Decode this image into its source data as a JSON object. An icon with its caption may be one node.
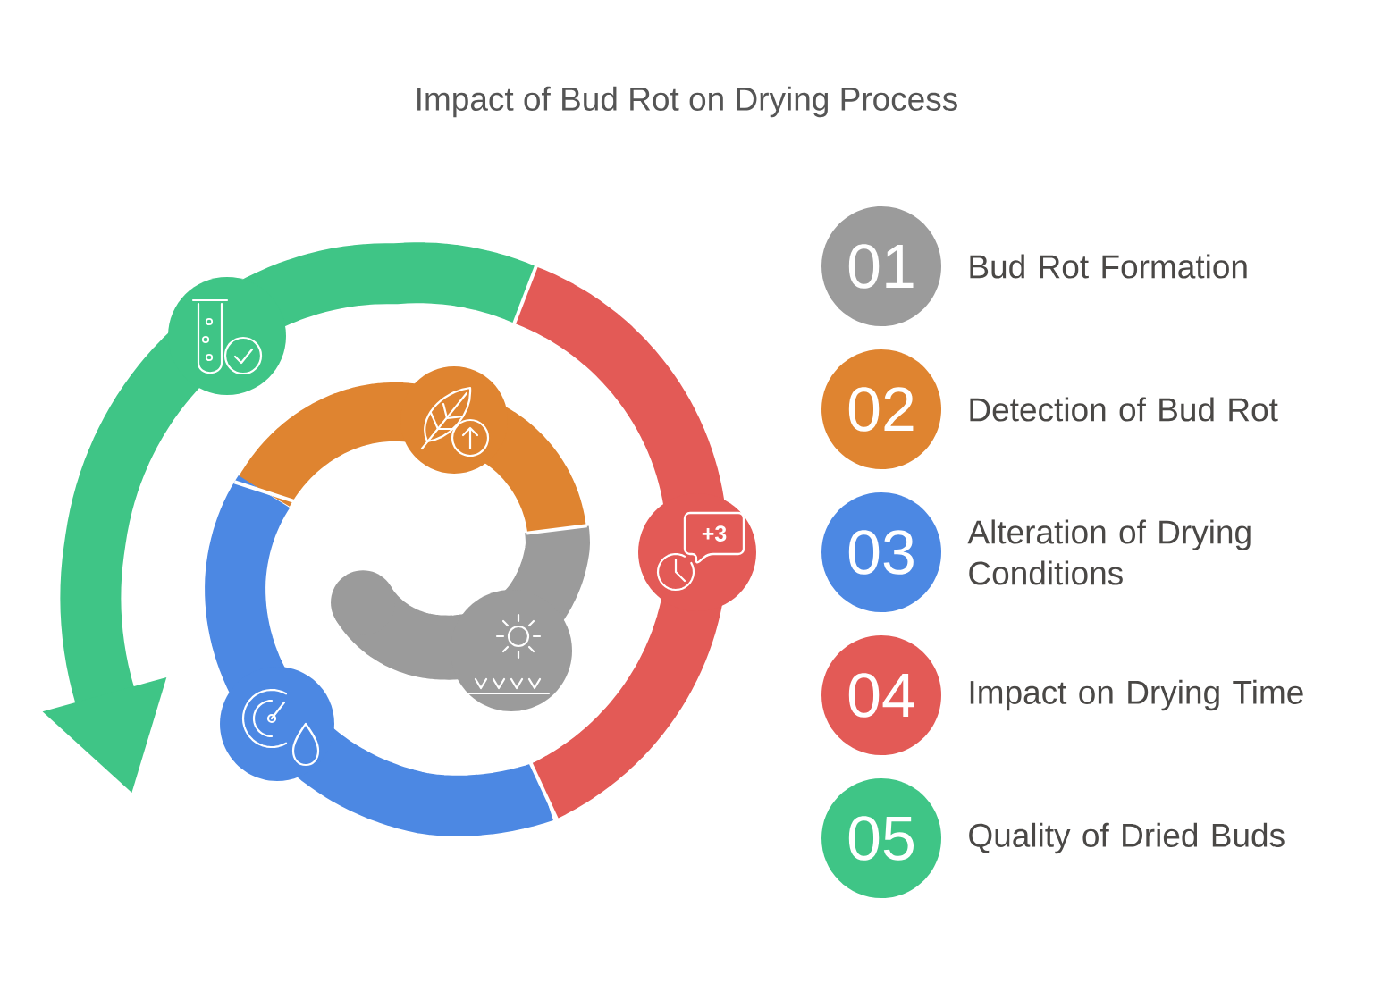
{
  "diagram": {
    "title": "Impact of Bud Rot on Drying Process",
    "nodes": [
      {
        "text": [
          "01",
          "Bud Rot Formation"
        ]
      },
      {
        "text": [
          "02",
          "Detection of Bud Rot"
        ]
      },
      {
        "text": [
          "03",
          "Alteration of Drying Conditions"
        ]
      },
      {
        "text": [
          "04",
          "Impact on Drying Time"
        ]
      },
      {
        "text": [
          "05",
          "Quality of Dried Buds"
        ]
      },
      {
        "text": [
          "+3"
        ]
      }
    ]
  }
}
